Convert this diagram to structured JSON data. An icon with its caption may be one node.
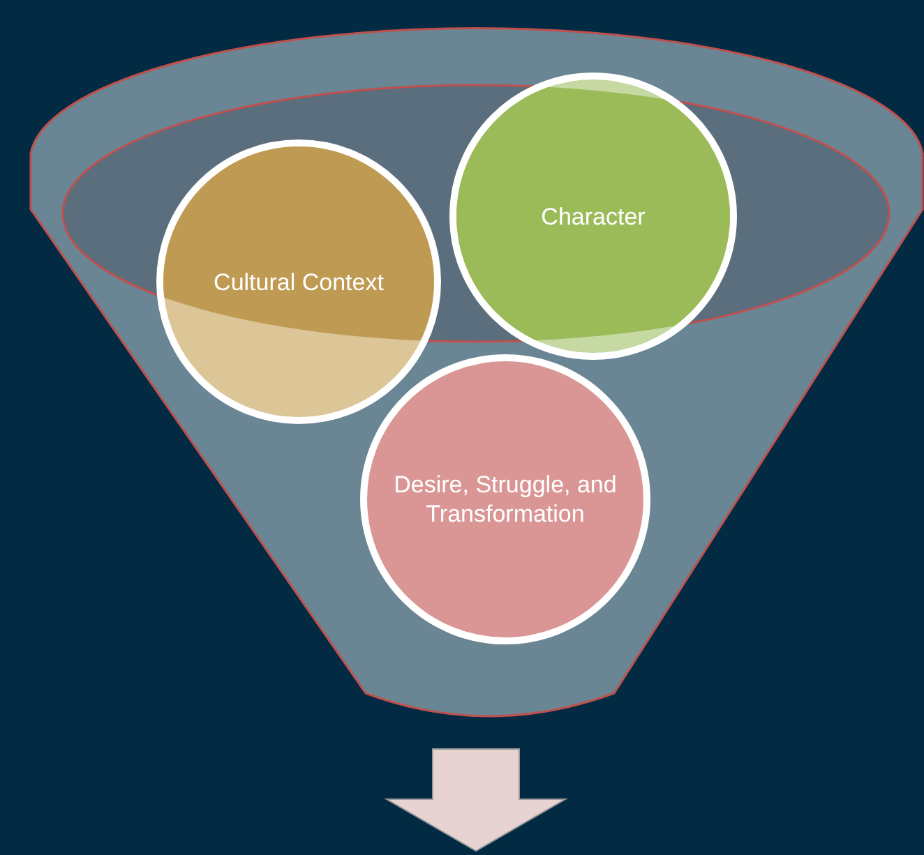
{
  "diagram": {
    "nodes": [
      {
        "text": [],
        "shape": "funnel"
      },
      {
        "text": [
          "Cultural Context"
        ],
        "in": 0
      },
      {
        "text": [
          "Character"
        ],
        "in": 0
      },
      {
        "text": [
          "Desire, Struggle, and Transformation"
        ],
        "in": 0
      }
    ]
  }
}
